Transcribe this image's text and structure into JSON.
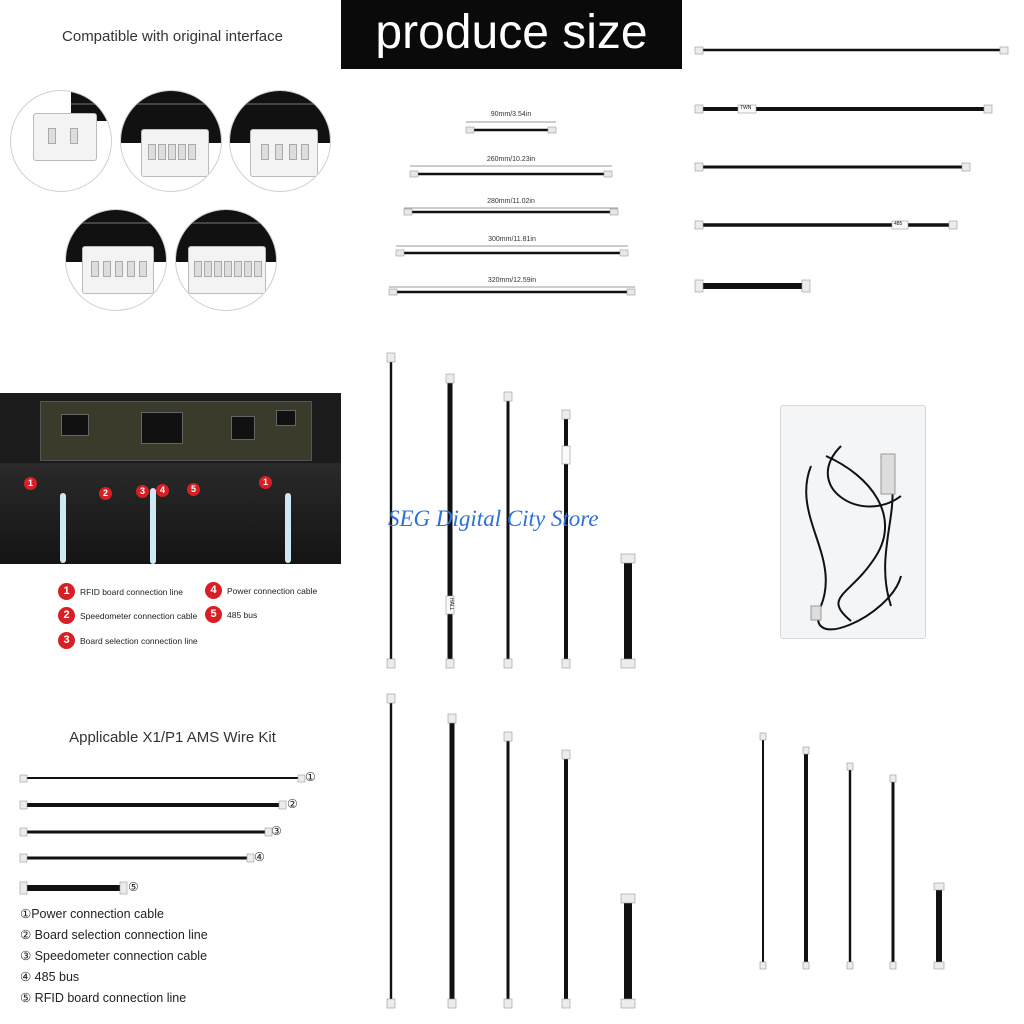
{
  "header": {
    "compat_title": "Compatible with original interface",
    "banner": "produce size"
  },
  "sizes": [
    {
      "label": "90mm/3.54in"
    },
    {
      "label": "260mm/10.23in"
    },
    {
      "label": "280mm/11.02in"
    },
    {
      "label": "300mm/11.81in"
    },
    {
      "label": "320mm/12.59in"
    }
  ],
  "cable_tags": {
    "tag1": "TWN",
    "tag2": "485",
    "tag3": "HALL"
  },
  "board_legend": [
    {
      "num": "1",
      "label": "RFID board connection line"
    },
    {
      "num": "2",
      "label": "Speedometer connection cable"
    },
    {
      "num": "3",
      "label": "Board selection connection line"
    },
    {
      "num": "4",
      "label": "Power connection cable"
    },
    {
      "num": "5",
      "label": "485 bus"
    }
  ],
  "watermark": "SEG Digital City Store",
  "kit": {
    "title": "Applicable X1/P1 AMS Wire Kit",
    "nums": [
      "①",
      "②",
      "③",
      "④",
      "⑤"
    ],
    "items": [
      "①Power connection cable",
      "② Board selection connection line",
      "③ Speedometer connection cable",
      "④ 485 bus",
      "⑤ RFID board connection line"
    ]
  },
  "colors": {
    "banner_bg": "#0a0a0a",
    "badge_red": "#d81f26",
    "watermark_blue": "#2f6fd8",
    "cable": "#111111",
    "connector": "#f0f0f0"
  }
}
